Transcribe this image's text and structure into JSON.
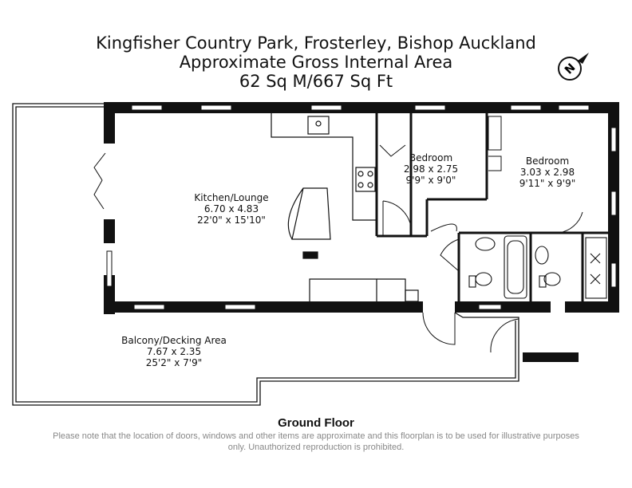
{
  "header": {
    "line1": "Kingfisher Country Park, Frosterley, Bishop Auckland",
    "line2": "Approximate Gross Internal Area",
    "line3": "62 Sq M/667 Sq Ft"
  },
  "compass": {
    "letter": "N"
  },
  "rooms": {
    "kitchen": {
      "name": "Kitchen/Lounge",
      "metric": "6.70 x 4.83",
      "imperial": "22'0\" x 15'10\""
    },
    "bedroom1": {
      "name": "Bedroom",
      "metric": "2.98 x 2.75",
      "imperial": "9'9\" x 9'0\""
    },
    "bedroom2": {
      "name": "Bedroom",
      "metric": "3.03 x 2.98",
      "imperial": "9'11\" x 9'9\""
    },
    "balcony": {
      "name": "Balcony/Decking Area",
      "metric": "7.67 x 2.35",
      "imperial": "25'2\" x 7'9\""
    }
  },
  "footer": {
    "floor_label": "Ground Floor",
    "disclaimer": "Please note that the location of doors, windows and other items are approximate and this floorplan is to be used for illustrative purposes only. Unauthorized reproduction is prohibited."
  }
}
